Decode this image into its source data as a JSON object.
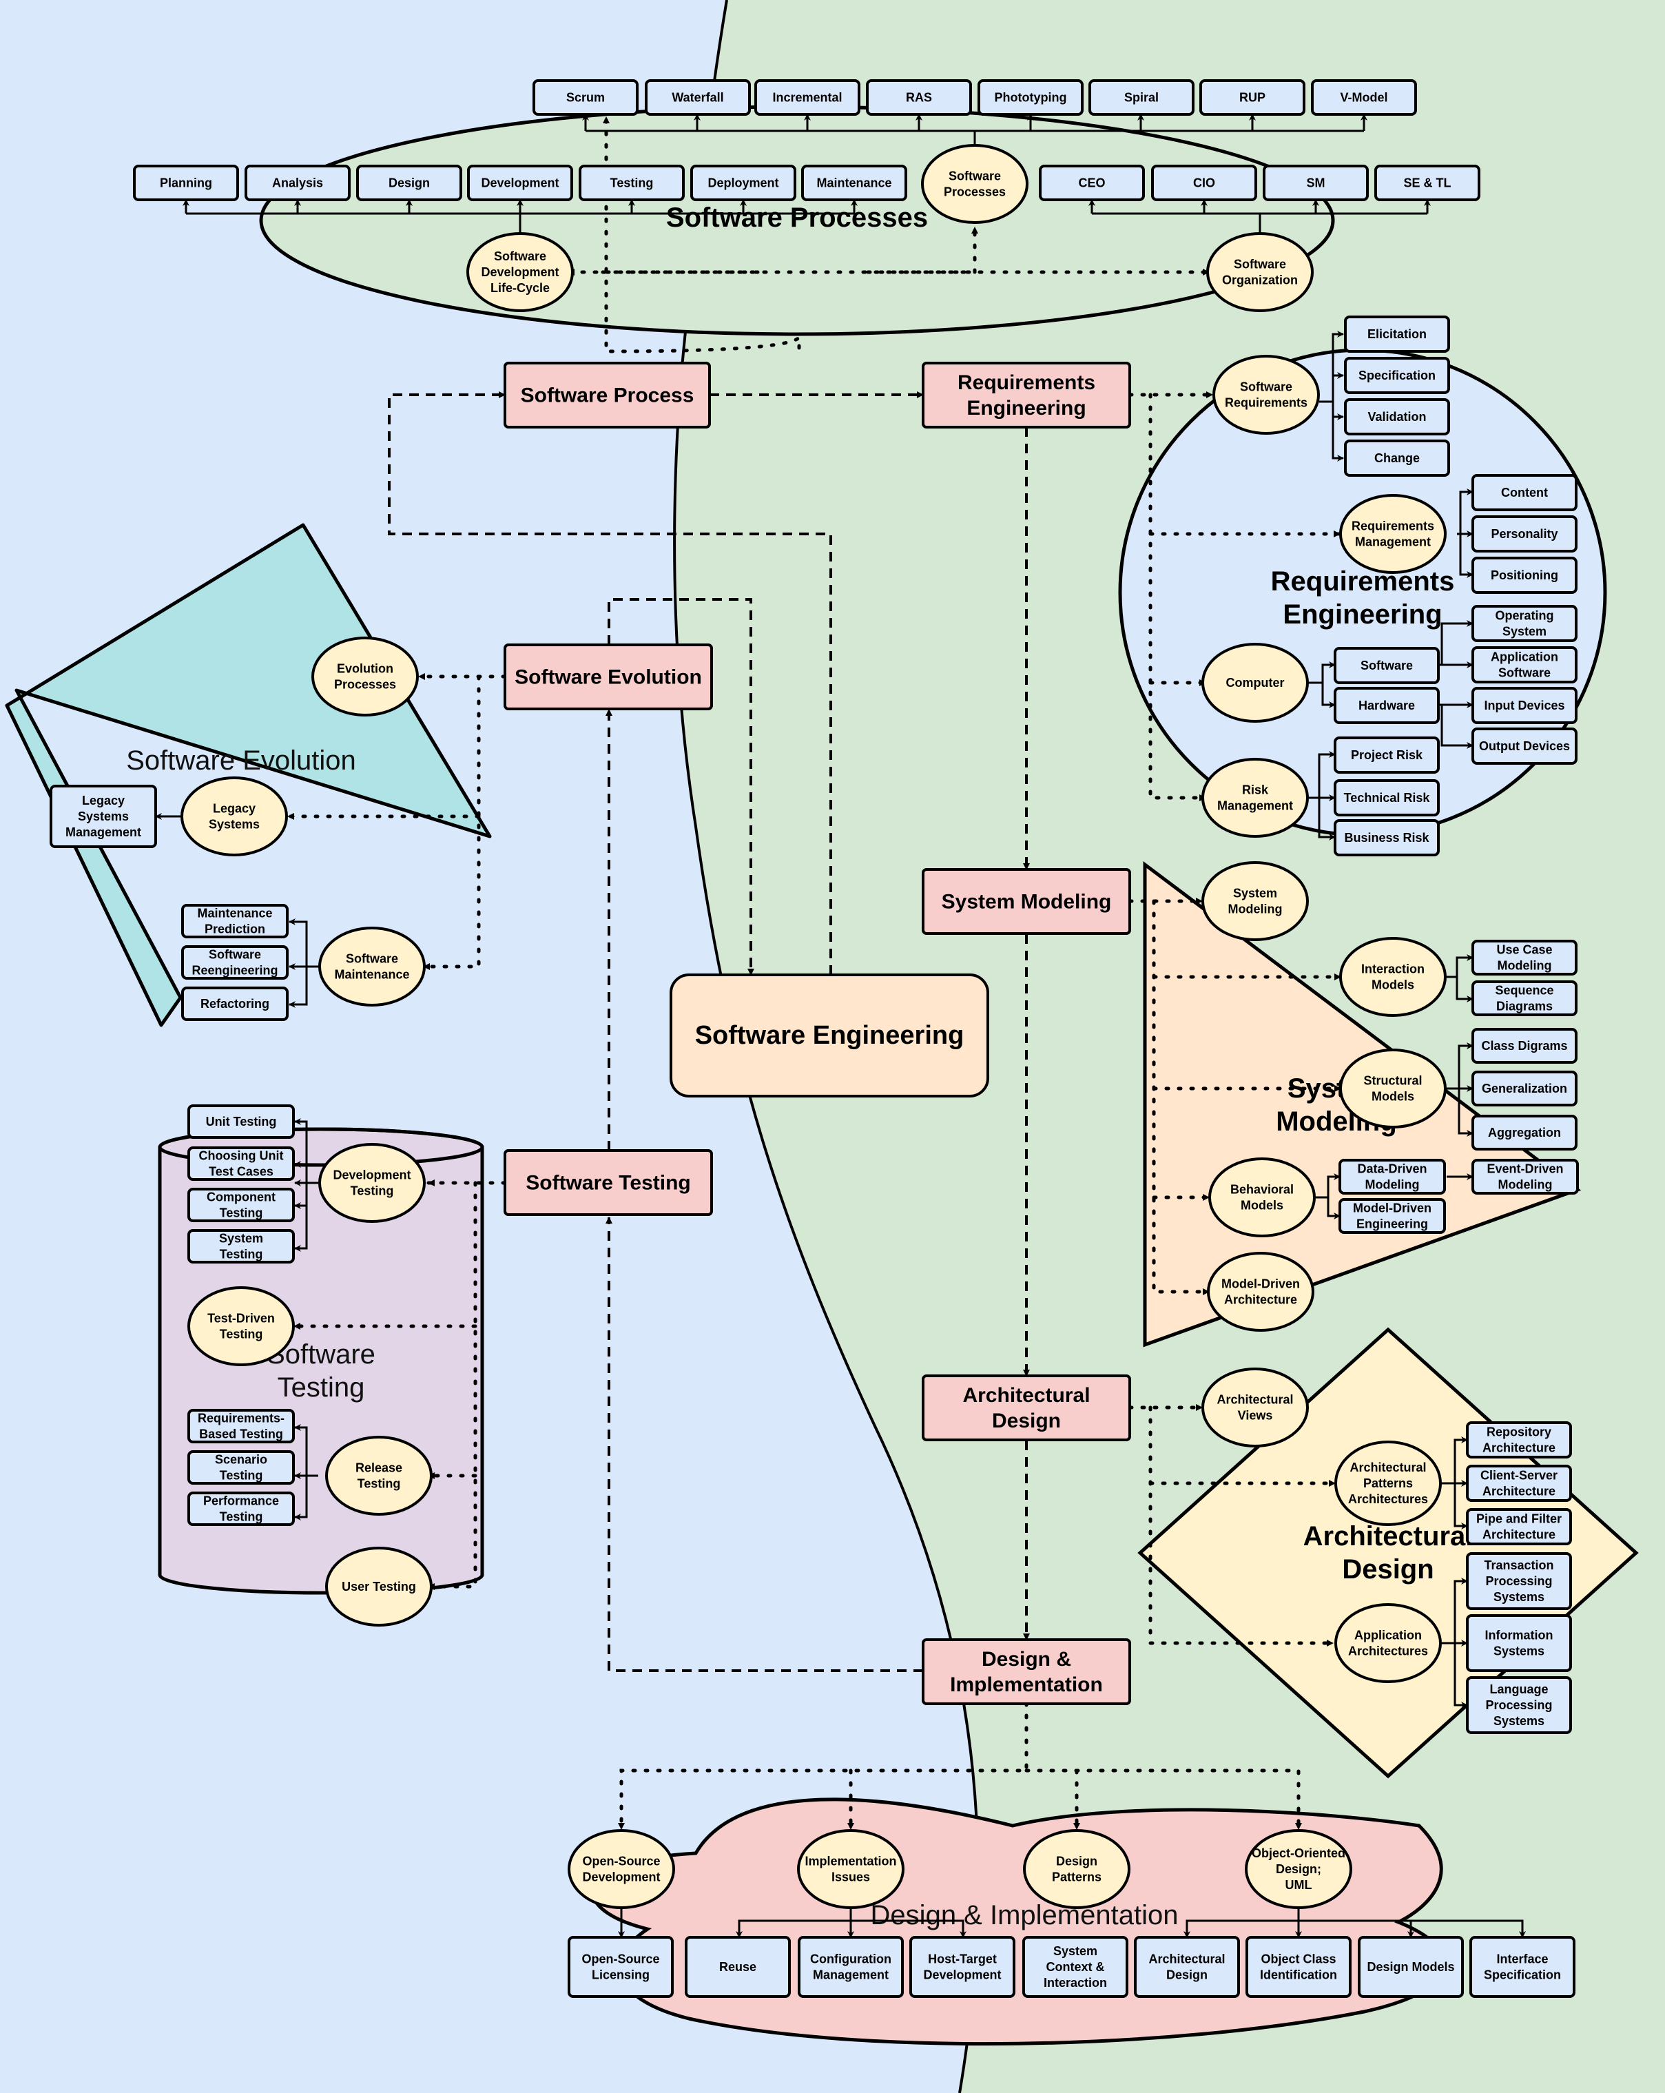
{
  "center": "Software Engineering",
  "main_topics": {
    "process": [
      "Software Process"
    ],
    "requirements": [
      "Requirements",
      "Engineering"
    ],
    "modeling": [
      "System Modeling"
    ],
    "architecture": [
      "Architectural",
      "Design"
    ],
    "implementation": [
      "Design &",
      "Implementation"
    ],
    "testing": [
      "Software Testing"
    ],
    "evolution": [
      "Software Evolution"
    ]
  },
  "regions": {
    "processes": [
      "Software Processes"
    ],
    "requirements": [
      "Requirements",
      "Engineering"
    ],
    "modeling": [
      "System",
      "Modeling"
    ],
    "architecture": [
      "Architectural",
      "Design"
    ],
    "implementation": [
      "Design & Implementation"
    ],
    "testing": [
      "Software",
      "Testing"
    ],
    "evolution": [
      "Software Evolution"
    ]
  },
  "processes": {
    "process_models": [
      "Scrum",
      "Waterfall",
      "Incremental",
      "RAS",
      "Phototyping",
      "Spiral",
      "RUP",
      "V-Model"
    ],
    "sdlc_phases": [
      "Planning",
      "Analysis",
      "Design",
      "Development",
      "Testing",
      "Deployment",
      "Maintenance"
    ],
    "roles": [
      "CEO",
      "CIO",
      "SM",
      "SE & TL"
    ],
    "software_processes": [
      "Software",
      "Processes"
    ],
    "sdlc": [
      "Software",
      "Development",
      "Life-Cycle"
    ],
    "organization": [
      "Software",
      "Organization"
    ]
  },
  "requirements": {
    "software_requirements": {
      "label": [
        "Software",
        "Requirements"
      ],
      "items": [
        "Elicitation",
        "Specification",
        "Validation",
        "Change"
      ]
    },
    "management": {
      "label": [
        "Requirements",
        "Management"
      ],
      "items": [
        "Content",
        "Personality",
        "Positioning"
      ]
    },
    "computer": {
      "label": [
        "Computer"
      ],
      "software": [
        "Software"
      ],
      "hardware": [
        "Hardware"
      ],
      "software_items": [
        [
          "Operating",
          "System"
        ],
        [
          "Application",
          "Software"
        ]
      ],
      "hardware_items": [
        "Input Devices",
        "Output Devices"
      ]
    },
    "risk": {
      "label": [
        "Risk",
        "Management"
      ],
      "items": [
        "Project Risk",
        "Technical Risk",
        "Business Risk"
      ]
    }
  },
  "modeling": {
    "system_modeling": [
      "System",
      "Modeling"
    ],
    "interaction": {
      "label": [
        "Interaction",
        "Models"
      ],
      "items": [
        [
          "Use Case",
          "Modeling"
        ],
        [
          "Sequence",
          "Diagrams"
        ]
      ]
    },
    "structural": {
      "label": [
        "Structural",
        "Models"
      ],
      "items": [
        "Class Digrams",
        "Generalization",
        "Aggregation"
      ]
    },
    "behavioral": {
      "label": [
        "Behavioral",
        "Models"
      ],
      "items": [
        [
          "Data-Driven",
          "Modeling"
        ],
        [
          "Model-Driven",
          "Engineering"
        ]
      ],
      "event": [
        "Event-Driven",
        "Modeling"
      ]
    },
    "mda": [
      "Model-Driven",
      "Architecture"
    ]
  },
  "architecture": {
    "views": [
      "Architectural",
      "Views"
    ],
    "patterns": {
      "label": [
        "Architectural",
        "Patterns",
        "Architectures"
      ],
      "items": [
        [
          "Repository",
          "Architecture"
        ],
        [
          "Client-Server",
          "Architecture"
        ],
        [
          "Pipe and Filter",
          "Architecture"
        ]
      ]
    },
    "application": {
      "label": [
        "Application",
        "Architectures"
      ],
      "items": [
        [
          "Transaction",
          "Processing",
          "Systems"
        ],
        [
          "Information",
          "Systems"
        ],
        [
          "Language",
          "Processing",
          "Systems"
        ]
      ]
    }
  },
  "implementation": {
    "circles": [
      [
        "Open-Source",
        "Development"
      ],
      [
        "Implementation",
        "Issues"
      ],
      [
        "Design",
        "Patterns"
      ],
      [
        "Object-Oriented",
        "Design;",
        "UML"
      ]
    ],
    "boxes": [
      [
        "Open-Source",
        "Licensing"
      ],
      [
        "Reuse"
      ],
      [
        "Configuration",
        "Management"
      ],
      [
        "Host-Target",
        "Development"
      ],
      [
        "System",
        "Context &",
        "Interaction"
      ],
      [
        "Architectural",
        "Design"
      ],
      [
        "Object Class",
        "Identification"
      ],
      [
        "Design Models"
      ],
      [
        "Interface",
        "Specification"
      ]
    ]
  },
  "testing": {
    "development": {
      "label": [
        "Development",
        "Testing"
      ],
      "items": [
        "Unit Testing",
        [
          "Choosing Unit",
          "Test Cases"
        ],
        [
          "Component",
          "Testing"
        ],
        [
          "System",
          "Testing"
        ]
      ]
    },
    "tdd": [
      "Test-Driven",
      "Testing"
    ],
    "release": {
      "label": [
        "Release",
        "Testing"
      ],
      "items": [
        [
          "Requirements-",
          "Based Testing"
        ],
        [
          "Scenario",
          "Testing"
        ],
        [
          "Performance",
          "Testing"
        ]
      ]
    },
    "user": [
      "User Testing"
    ]
  },
  "evolution": {
    "processes": [
      "Evolution",
      "Processes"
    ],
    "legacy": {
      "label": [
        "Legacy",
        "Systems"
      ],
      "management": [
        "Legacy",
        "Systems",
        "Management"
      ]
    },
    "maintenance": {
      "label": [
        "Software",
        "Maintenance"
      ],
      "items": [
        [
          "Maintenance",
          "Prediction"
        ],
        [
          "Software",
          "Reengineering"
        ],
        [
          "Refactoring"
        ]
      ]
    }
  },
  "colors": {
    "background_left": "#dae8fc",
    "background_right": "#d5e8d4",
    "main_topic": "#f8cecc",
    "center": "#ffe6cc",
    "subtopic": "#fff2cc",
    "item_box": "#dae8fc",
    "processes_region": "#d5e8d4",
    "evolution_region": "#b0e3e6",
    "testing_region": "#e1d5e7",
    "modeling_region": "#ffe6cc",
    "architecture_region": "#fff2cc",
    "implementation_region": "#f8cecc"
  }
}
